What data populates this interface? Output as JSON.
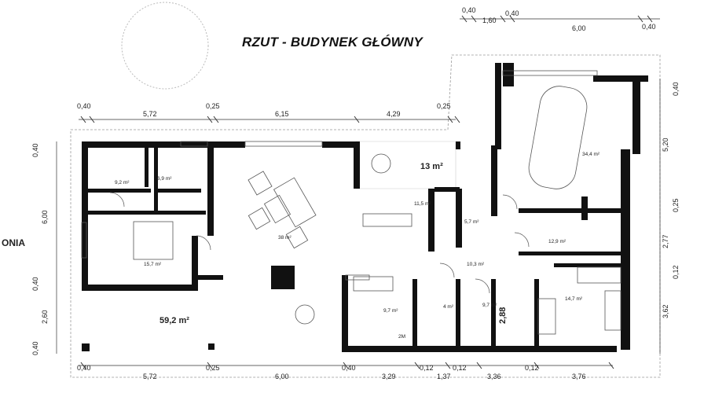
{
  "title": "RZUT - BUDYNEK GŁÓWNY",
  "side_label": "ONIA",
  "dims_top_main": [
    "0,40",
    "5,72",
    "0,25",
    "6,15",
    "4,29",
    "0,25"
  ],
  "dims_top_garage": [
    "0,40",
    "1,60",
    "0,40",
    "6,00",
    "0,40"
  ],
  "dims_bottom": [
    "0,40",
    "5,72",
    "0,25",
    "6,00",
    "0,40",
    "3,29",
    "0,12",
    "1,37",
    "0,12",
    "3,36",
    "0,12",
    "3,76"
  ],
  "dims_left": [
    "0,40",
    "6,00",
    "0,40",
    "2,60",
    "0,40"
  ],
  "dims_right": [
    "0,40",
    "5,20",
    "0,25",
    "2,77",
    "0,12",
    "3,62"
  ],
  "dim_inner_288": "2,88",
  "rooms": {
    "bath_9_2": "9,2 m²",
    "wc_6_9": "6,9 m²",
    "bedroom_15_7": "15,7 m²",
    "living_38": "38 m²",
    "dining_11_5": "11,5 m²",
    "terrace_13": "13 m²",
    "hall_5_7": "5,7 m²",
    "hall_10_3": "10,3 m²",
    "room_12_9": "12,9 m²",
    "garage_34_4": "34,4 m²",
    "room_14_7": "14,7 m²",
    "kitchen_9_7": "9,7 m²",
    "pantry_4": "4 m²",
    "office_9_7": "9,7 m²",
    "terrace_59_2": "59,2 m²"
  },
  "fixture_label": "2M"
}
